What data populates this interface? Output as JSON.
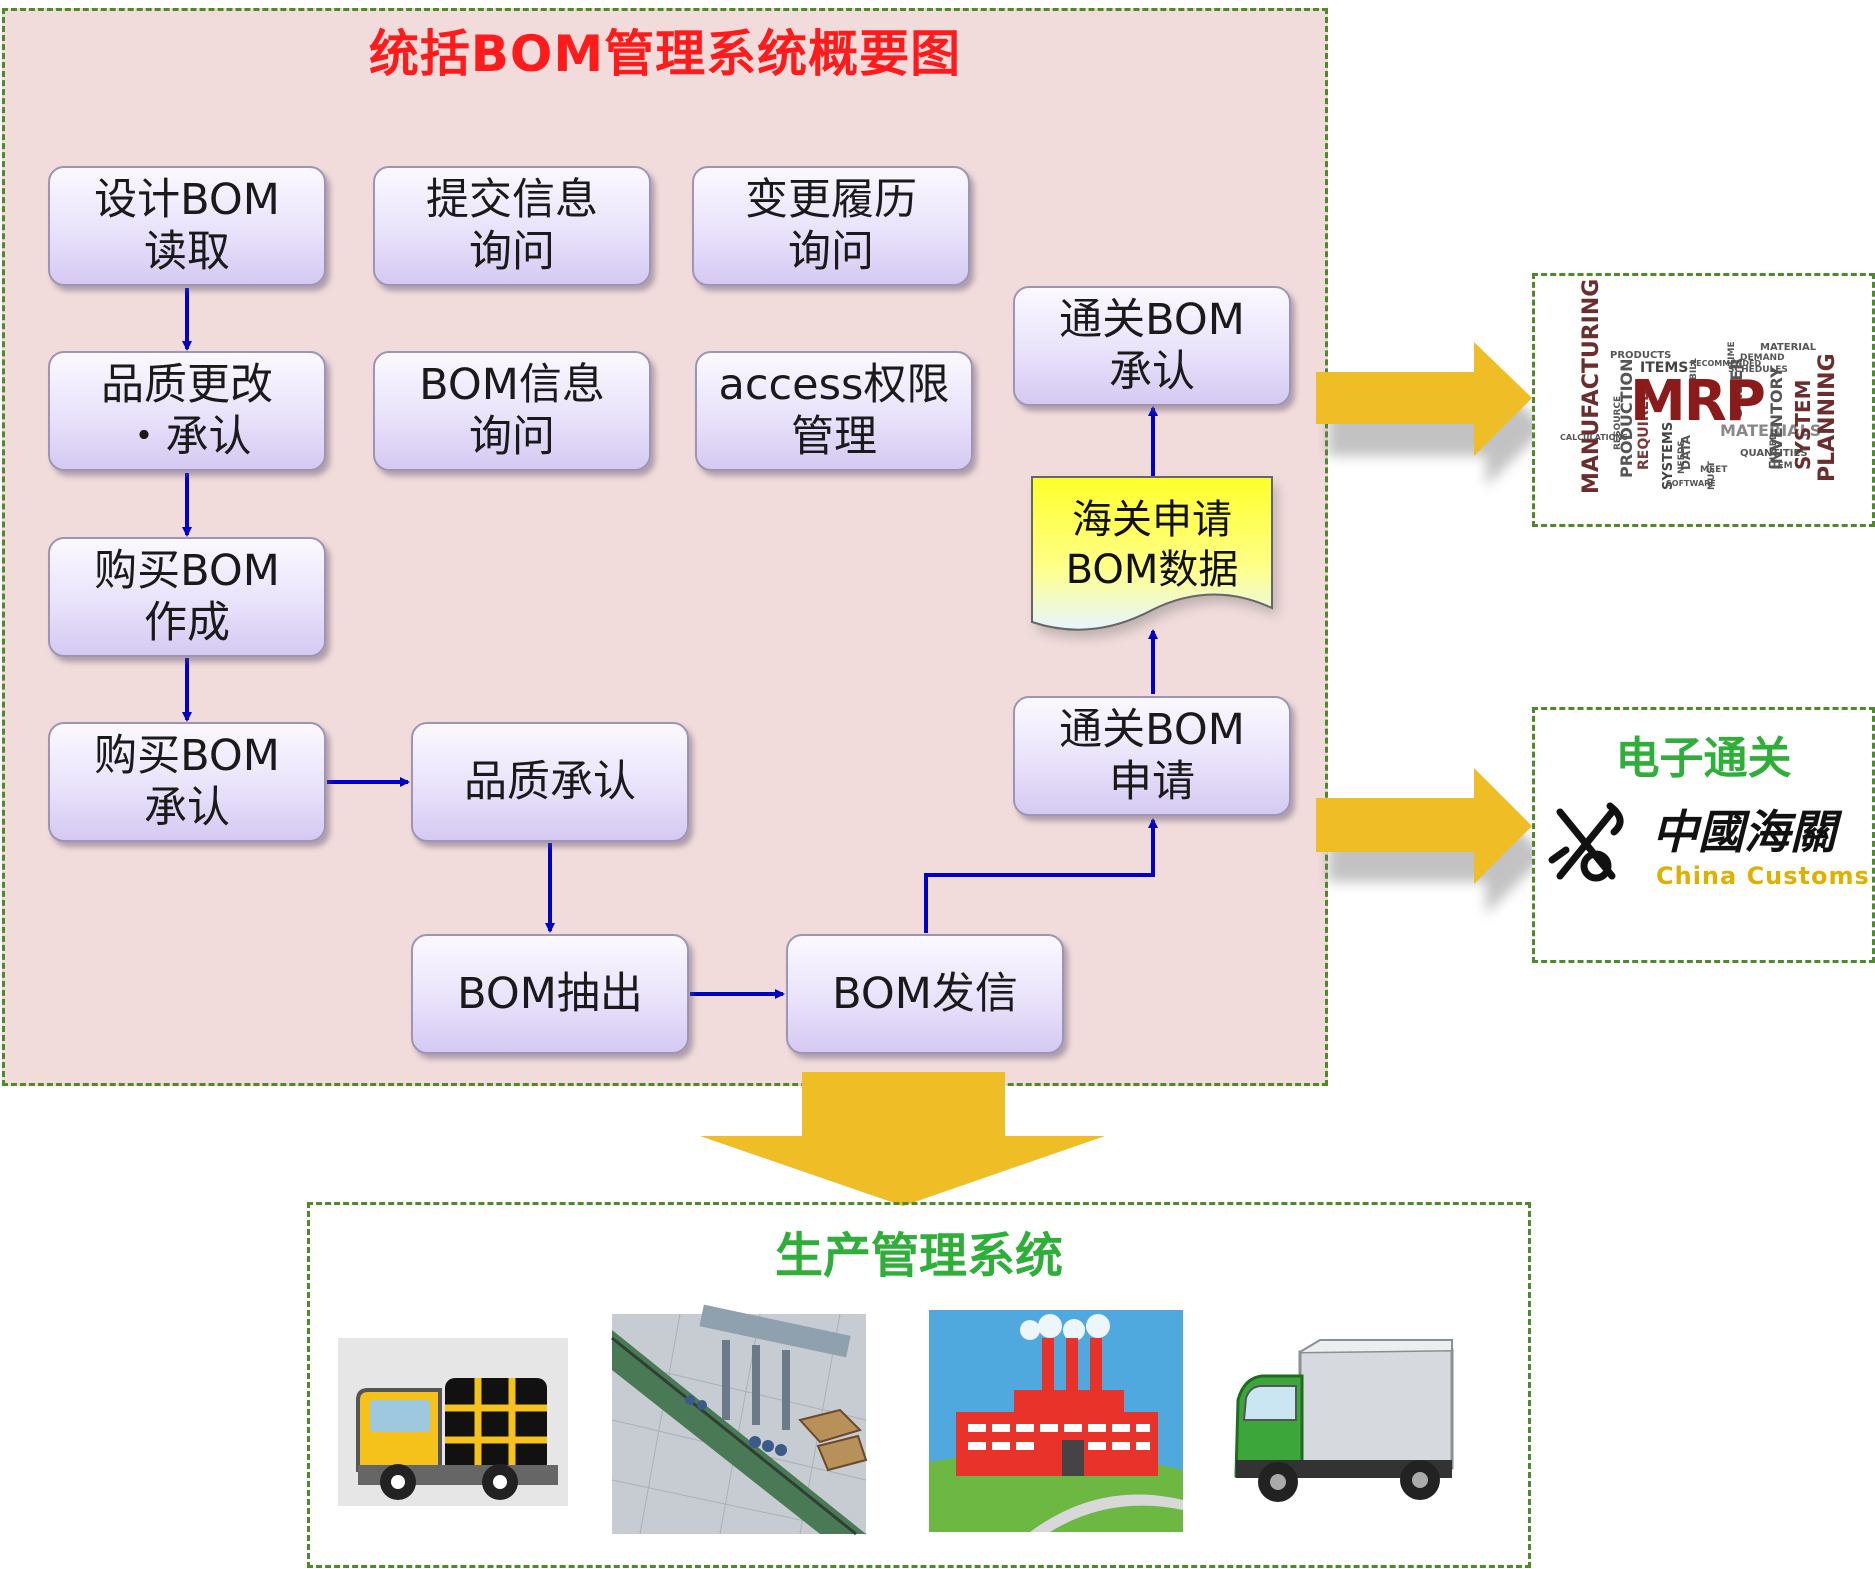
{
  "title": "统括BOM管理系统概要图",
  "boxes": {
    "design_bom": "设计BOM\n读取",
    "submit_info": "提交信息\n询问",
    "change_history": "变更履历\n询问",
    "quality_change": "品质更改\n・承认",
    "bom_info": "BOM信息\n询问",
    "access": "access权限\n管理",
    "purchase_make": "购买BOM\n作成",
    "purchase_approve": "购买BOM\n承认",
    "quality_approve": "品质承认",
    "bom_extract": "BOM抽出",
    "bom_send": "BOM发信",
    "customs_apply": "通关BOM\n申请",
    "customs_approve": "通关BOM\n承认"
  },
  "document": "海关申请\nBOM数据",
  "mrp": {
    "center": "MRP",
    "words": [
      "MANUFACTURING",
      "PRODUCTION",
      "REQUIRED",
      "SYSTEMS",
      "DATA",
      "ITEMS",
      "PRODUCTS",
      "MATERIALS",
      "ORDER",
      "INVENTORY",
      "SYSTEM",
      "PLANNING",
      "SCHEDULES",
      "QUANTITIES",
      "MATERIAL",
      "DEMAND",
      "NEEDS",
      "MUST",
      "TIME",
      "ITEM",
      "USED",
      "RESOURCE",
      "SOFTWARE",
      "CALCULATIONS",
      "BILL",
      "MEET",
      "RECOMMENDED"
    ]
  },
  "customs": {
    "title": "电子通关",
    "logo_cn": "中國海關",
    "logo_en": "China Customs"
  },
  "production": {
    "title": "生产管理系统"
  },
  "colors": {
    "panel_bg": "#f2dcdb",
    "dash_border": "#4e8a2a",
    "title_red": "#ff1b1b",
    "title_green": "#2fae3a",
    "arrow_blue": "#0000c8",
    "big_arrow": "#efbd25"
  }
}
